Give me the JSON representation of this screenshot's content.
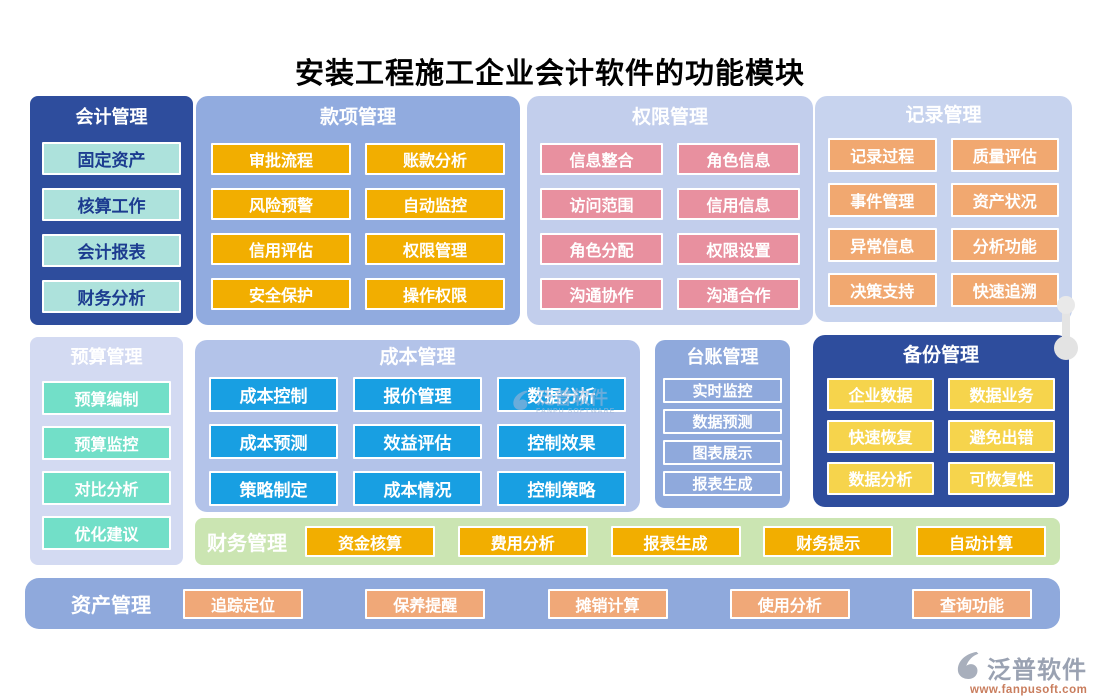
{
  "title": "安装工程施工企业会计软件的功能模块",
  "panels": {
    "accounting": {
      "title": "会计管理",
      "items": [
        "固定资产",
        "核算工作",
        "会计报表",
        "财务分析"
      ]
    },
    "payment": {
      "title": "款项管理",
      "items": [
        "审批流程",
        "账款分析",
        "风险预警",
        "自动监控",
        "信用评估",
        "权限管理",
        "安全保护",
        "操作权限"
      ]
    },
    "permission": {
      "title": "权限管理",
      "items": [
        "信息整合",
        "角色信息",
        "访问范围",
        "信用信息",
        "角色分配",
        "权限设置",
        "沟通协作",
        "沟通合作"
      ]
    },
    "record": {
      "title": "记录管理",
      "items": [
        "记录过程",
        "质量评估",
        "事件管理",
        "资产状况",
        "异常信息",
        "分析功能",
        "决策支持",
        "快速追溯"
      ]
    },
    "budget": {
      "title": "预算管理",
      "items": [
        "预算编制",
        "预算监控",
        "对比分析",
        "优化建议"
      ]
    },
    "cost": {
      "title": "成本管理",
      "items": [
        "成本控制",
        "报价管理",
        "数据分析",
        "成本预测",
        "效益评估",
        "控制效果",
        "策略制定",
        "成本情况",
        "控制策略"
      ]
    },
    "ledger": {
      "title": "台账管理",
      "items": [
        "实时监控",
        "数据预测",
        "图表展示",
        "报表生成"
      ]
    },
    "backup": {
      "title": "备份管理",
      "items": [
        "企业数据",
        "数据业务",
        "快速恢复",
        "避免出错",
        "数据分析",
        "可恢复性"
      ]
    },
    "finance": {
      "title": "财务管理",
      "items": [
        "资金核算",
        "费用分析",
        "报表生成",
        "财务提示",
        "自动计算"
      ]
    },
    "asset": {
      "title": "资产管理",
      "items": [
        "追踪定位",
        "保养提醒",
        "摊销计算",
        "使用分析",
        "查询功能"
      ]
    }
  },
  "watermark": {
    "text": "泛普软件",
    "subtext": "FANPU SOFTWARE"
  },
  "logo": {
    "name": "泛普软件",
    "url": "www.fanpusoft.com"
  },
  "colors": {
    "dark_blue": "#2E4D9D",
    "periwinkle": "#91ABDF",
    "light_lavender": "#C2CEEC",
    "gold": "#F2AE00",
    "pink": "#E8909F",
    "peach": "#F1A870",
    "mint": "#ADE2DC",
    "teal": "#72DFC8",
    "bright_blue": "#189FE2",
    "lemon": "#F6D44C",
    "green_band": "#CBE5B2",
    "navy_text": "#1C3C90"
  }
}
